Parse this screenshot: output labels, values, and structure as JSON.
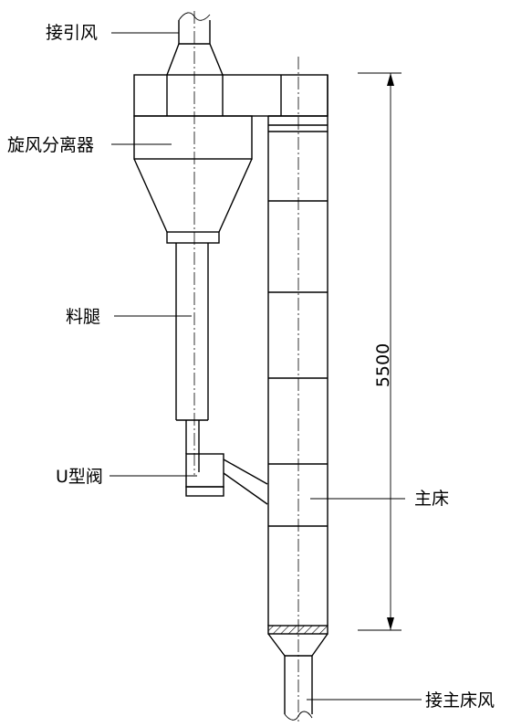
{
  "labels": {
    "induced_air_inlet": "接引风",
    "cyclone_separator": "旋风分离器",
    "downcomer_leg": "料腿",
    "u_valve": "U型阀",
    "main_bed": "主床",
    "main_bed_air_inlet": "接主床风"
  },
  "dimension": {
    "height": "5500"
  }
}
